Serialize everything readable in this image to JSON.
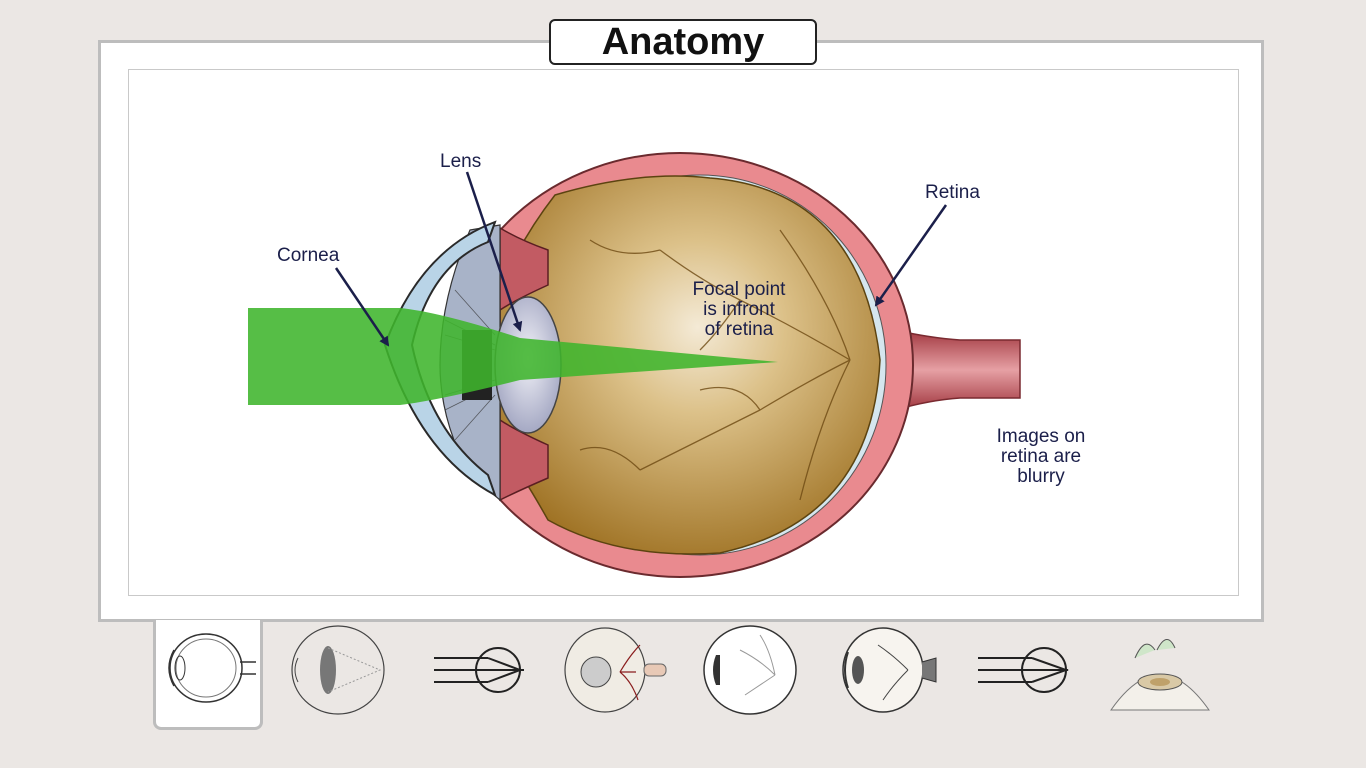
{
  "title": "Anatomy",
  "labels": {
    "lens": "Lens",
    "cornea": "Cornea",
    "retina": "Retina",
    "focal_line1": "Focal point",
    "focal_line2": "is infront",
    "focal_line3": "of retina",
    "images_line1": "Images on",
    "images_line2": "retina are",
    "images_line3": "blurry"
  },
  "colors": {
    "light_beam": "#3fb52c",
    "sclera": "#e98a8f",
    "vitreous": "#b8862b",
    "label_text": "#1b1f4a",
    "label_arrow": "#1b1f4a"
  },
  "thumbnails": [
    {
      "icon": "eye-cross-section-icon",
      "active": true
    },
    {
      "icon": "eye-focal-cone-icon",
      "active": false
    },
    {
      "icon": "light-rays-lens-icon",
      "active": false
    },
    {
      "icon": "eye-fundus-optic-nerve-icon",
      "active": false
    },
    {
      "icon": "eye-retina-veins-icon",
      "active": false
    },
    {
      "icon": "eye-anatomy-nerve-icon",
      "active": false
    },
    {
      "icon": "light-rays-lens-icon-2",
      "active": false
    },
    {
      "icon": "contact-lens-icon",
      "active": false
    }
  ]
}
